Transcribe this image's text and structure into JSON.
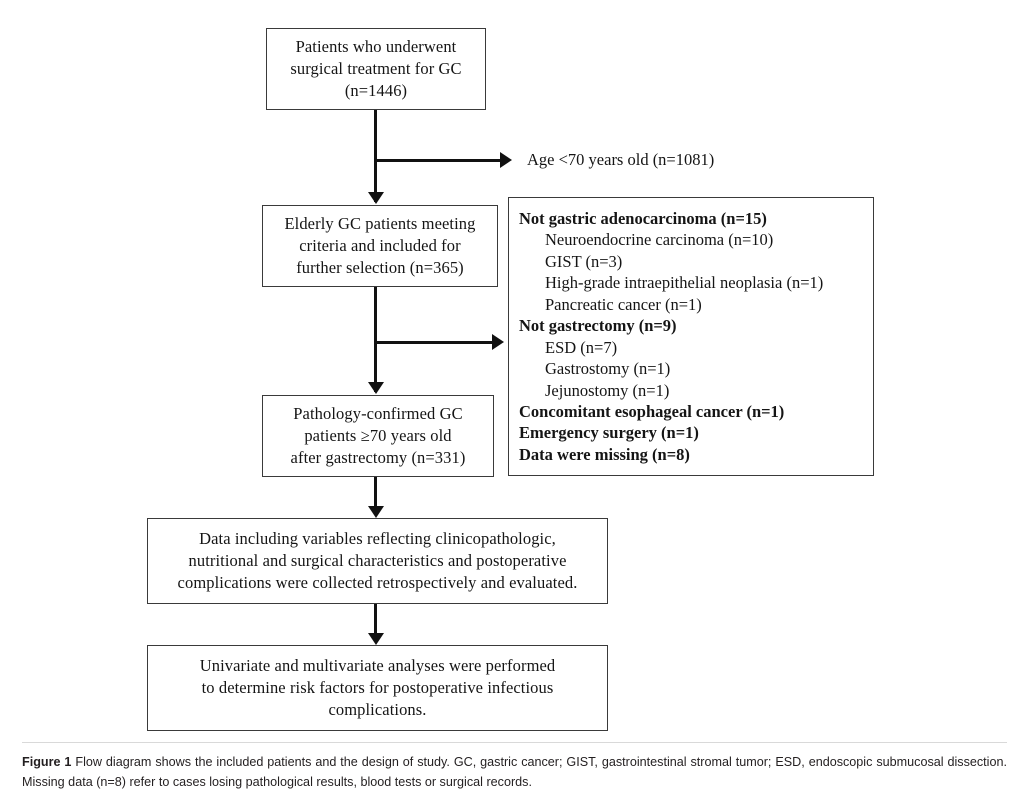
{
  "figure": {
    "type": "flow-diagram",
    "title": "Flow diagram of patient selection"
  },
  "nodes": {
    "node1": {
      "id": "patients-underwent-surgery",
      "lines": [
        "Patients who underwent",
        "surgical treatment for GC",
        "(n=1446)"
      ],
      "count": 1446
    },
    "node2": {
      "id": "elderly-gc-patients",
      "lines": [
        "Elderly GC patients meeting",
        "criteria and included for",
        "further selection (n=365)"
      ],
      "count": 365
    },
    "node3": {
      "id": "pathology-confirmed-gc",
      "lines": [
        "Pathology-confirmed GC",
        "patients ≥70 years old",
        "after gastrectomy (n=331)"
      ],
      "count": 331
    },
    "node4": {
      "id": "data-collection",
      "lines": [
        "Data including variables reflecting clinicopathologic,",
        "nutritional and surgical characteristics and postoperative",
        "complications were collected retrospectively and evaluated."
      ]
    },
    "node5": {
      "id": "analysis",
      "lines": [
        "Univariate and multivariate analyses were performed",
        "to determine risk factors for postoperative infectious",
        "complications."
      ]
    }
  },
  "exclusions": {
    "age_branch": {
      "label": "Age <70 years old (n=1081)",
      "count": 1081
    },
    "second_branch": {
      "items": [
        {
          "text": "Not gastric adenocarcinoma (n=15)",
          "level": "head",
          "count": 15
        },
        {
          "text": "Neuroendocrine carcinoma (n=10)",
          "level": "sub",
          "count": 10
        },
        {
          "text": "GIST (n=3)",
          "level": "sub",
          "count": 3
        },
        {
          "text": "High-grade intraepithelial neoplasia (n=1)",
          "level": "sub",
          "count": 1
        },
        {
          "text": "Pancreatic cancer (n=1)",
          "level": "sub",
          "count": 1
        },
        {
          "text": "Not gastrectomy (n=9)",
          "level": "head",
          "count": 9
        },
        {
          "text": "ESD (n=7)",
          "level": "sub",
          "count": 7
        },
        {
          "text": "Gastrostomy (n=1)",
          "level": "sub",
          "count": 1
        },
        {
          "text": "Jejunostomy (n=1)",
          "level": "sub",
          "count": 1
        },
        {
          "text": "Concomitant esophageal cancer (n=1)",
          "level": "head",
          "count": 1
        },
        {
          "text": "Emergency surgery (n=1)",
          "level": "head",
          "count": 1
        },
        {
          "text": "Data were missing (n=8)",
          "level": "head",
          "count": 8
        }
      ]
    }
  },
  "caption": {
    "figure_label": "Figure 1",
    "text": " Flow diagram shows the included patients and the design of study. GC, gastric cancer; GIST, gastrointestinal stromal tumor; ESD, endoscopic submucosal dissection. Missing data (n=8) refer to cases losing pathological results, blood tests or surgical records."
  },
  "colors": {
    "box_border": "#3a3a3a",
    "connector": "#111111",
    "text": "#151515",
    "caption_text": "#231f20",
    "background": "#ffffff"
  }
}
